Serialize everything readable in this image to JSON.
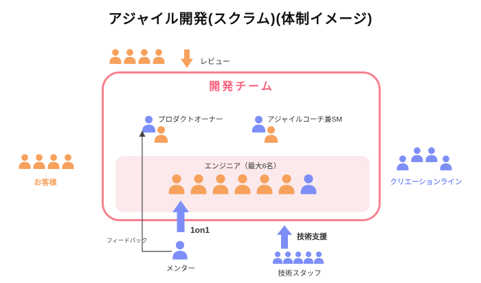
{
  "title": "アジャイル開発(スクラム)(体制イメージ)",
  "colors": {
    "orange": "#F7A15C",
    "blue": "#7D8FF7",
    "box_border": "#F9808F",
    "box_title": "#F75D78",
    "panel_bg": "#FBE9EC",
    "text": "#333333"
  },
  "box": {
    "title": "開発チーム"
  },
  "labels": {
    "review": "レビュー",
    "product_owner": "プロダクトオーナー",
    "agile_coach_sm": "アジャイルコーチ兼SM",
    "engineers": "エンジニア（最大6名）",
    "customers": "お客様",
    "creation_line": "クリエーションライン",
    "one_on_one": "1on1",
    "feedback": "フィードバック",
    "mentor": "メンター",
    "tech_support": "技術支援",
    "tech_staff": "技術スタッフ"
  },
  "icons": {
    "person": "person-silhouette",
    "review_arrow": "block-arrow-down",
    "one_on_one_arrow": "block-arrow-up",
    "tech_support_arrow": "block-arrow-up",
    "feedback_arrow": "thin-arrow-up"
  },
  "groups": {
    "review_team": {
      "size": 24,
      "members": [
        "orange",
        "orange",
        "orange",
        "orange"
      ]
    },
    "customers": {
      "size": 24,
      "members": [
        "orange",
        "orange",
        "orange",
        "orange"
      ]
    },
    "creation_line": {
      "size": 24,
      "members": [
        "blue",
        "blue",
        "blue",
        "blue"
      ]
    },
    "product_owner_pair": {
      "size": 27,
      "members": [
        "blue",
        "orange"
      ]
    },
    "agile_coach_pair": {
      "size": 27,
      "members": [
        "blue",
        "orange"
      ]
    },
    "engineers": {
      "size": 32,
      "members": [
        "orange",
        "orange",
        "orange",
        "orange",
        "orange",
        "orange",
        "blue"
      ]
    },
    "mentor": {
      "size": 30,
      "members": [
        "blue"
      ]
    },
    "tech_staff": {
      "size": 20,
      "members": [
        "blue",
        "blue",
        "blue",
        "blue",
        "blue"
      ]
    }
  }
}
